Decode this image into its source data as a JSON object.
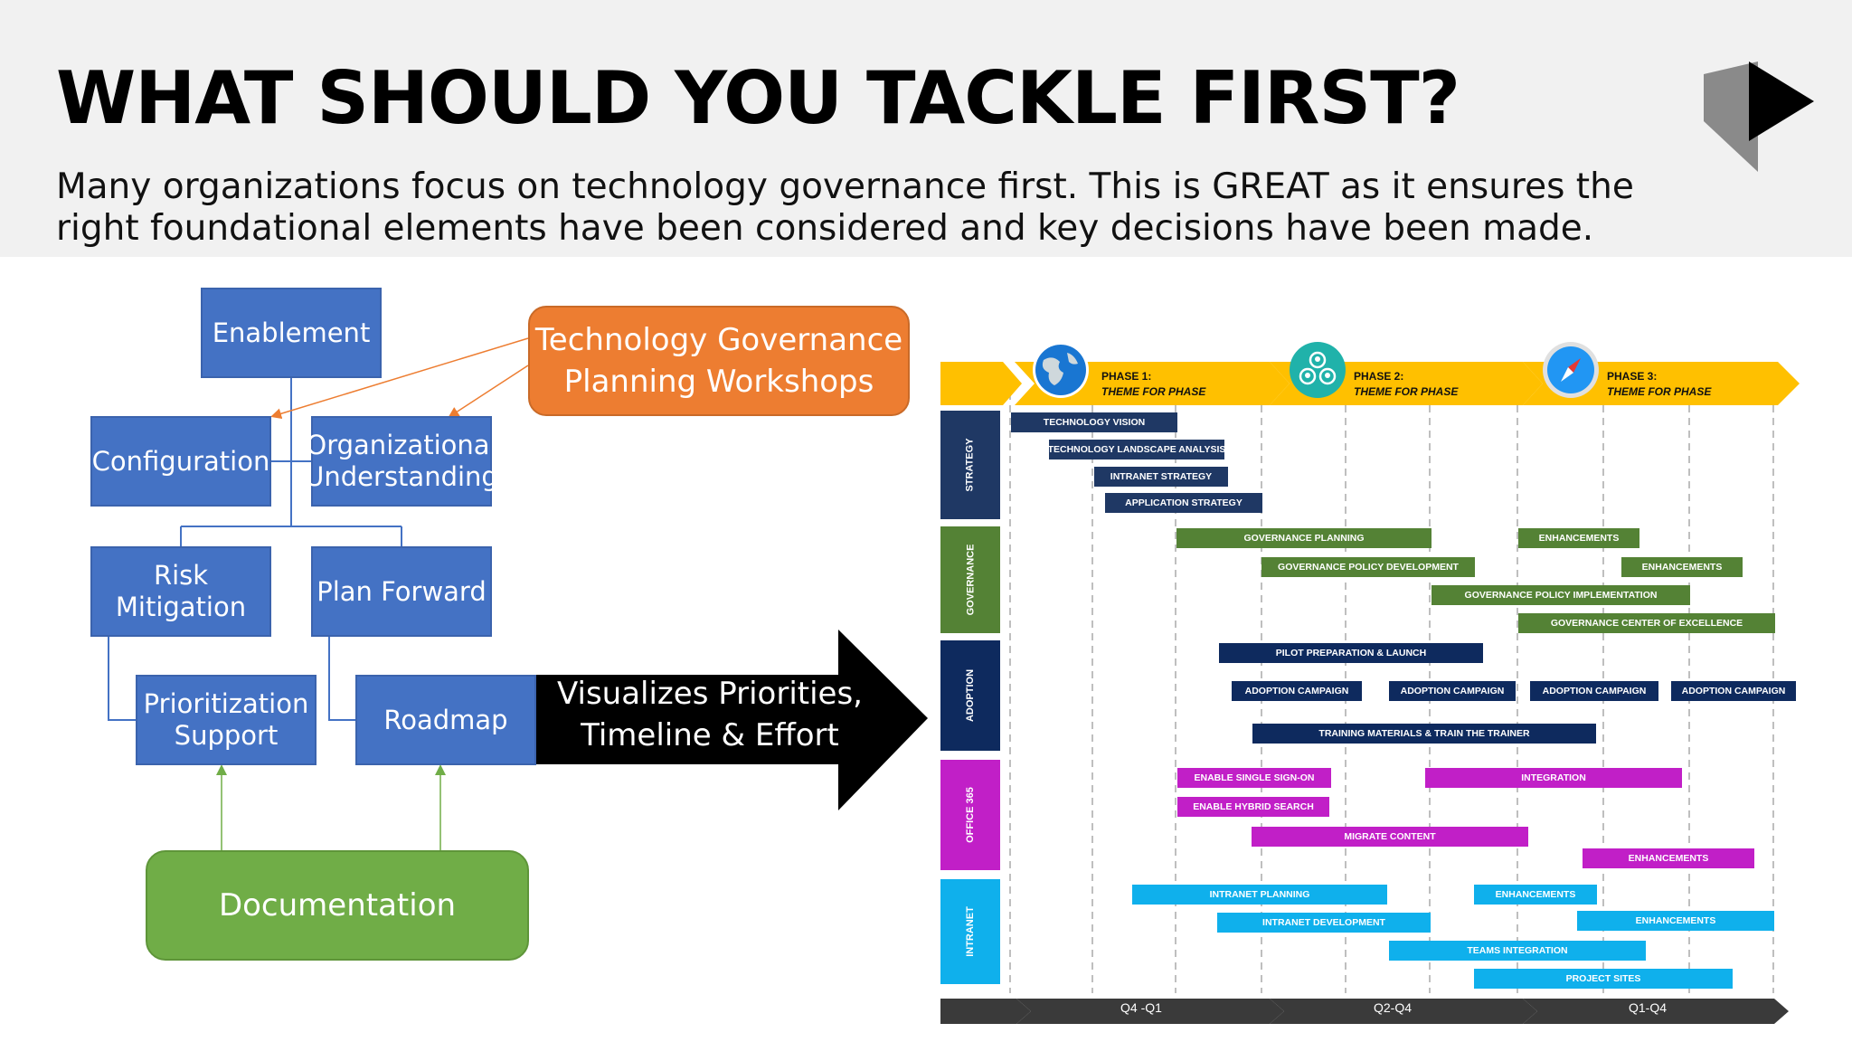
{
  "header": {
    "title": "WHAT SHOULD YOU TACKLE FIRST?",
    "subtitle": "Many organizations focus on technology governance first. This is GREAT as it ensures the right foundational elements have been considered and key decisions have been made."
  },
  "diagram": {
    "enablement": "Enablement",
    "configuration": "Configuration",
    "org_line1": "Organizational",
    "org_line2": "Understanding",
    "risk": "Risk Mitigation",
    "plan": "Plan Forward",
    "prio_line1": "Prioritization",
    "prio_line2": "Support",
    "roadmap": "Roadmap",
    "documentation": "Documentation",
    "workshops_line1": "Technology Governance",
    "workshops_line2": "Planning Workshops",
    "arrow_line1": "Visualizes Priorities,",
    "arrow_line2": "Timeline & Effort"
  },
  "gantt": {
    "phases": [
      {
        "label": "PHASE 1:",
        "theme": "THEME FOR PHASE",
        "icon": "globe-icon"
      },
      {
        "label": "PHASE 2:",
        "theme": "THEME FOR PHASE",
        "icon": "people-icon"
      },
      {
        "label": "PHASE 3:",
        "theme": "THEME FOR PHASE",
        "icon": "compass-icon"
      }
    ],
    "rows": [
      {
        "label": "STRATEGY",
        "color": "#1f3864"
      },
      {
        "label": "GOVERNANCE",
        "color": "#548235"
      },
      {
        "label": "ADOPTION",
        "color": "#0e2a5e"
      },
      {
        "label": "OFFICE 365",
        "color": "#c11fc7"
      },
      {
        "label": "INTRANET",
        "color": "#0fb0ec"
      }
    ],
    "timeline": [
      "Q4 -Q1",
      "Q2-Q4",
      "Q1-Q4"
    ],
    "bars": {
      "technology_vision": "TECHNOLOGY VISION",
      "technology_landscape": "TECHNOLOGY LANDSCAPE ANALYSIS",
      "intranet_strategy": "INTRANET STRATEGY",
      "application_strategy": "APPLICATION STRATEGY",
      "governance_planning": "GOVERNANCE PLANNING",
      "gov_enhancements_1": "ENHANCEMENTS",
      "gov_policy_dev": "GOVERNANCE POLICY DEVELOPMENT",
      "gov_enhancements_2": "ENHANCEMENTS",
      "gov_policy_impl": "GOVERNANCE POLICY IMPLEMENTATION",
      "gov_coe": "GOVERNANCE CENTER OF EXCELLENCE",
      "pilot": "PILOT PREPARATION & LAUNCH",
      "adoption_1": "ADOPTION CAMPAIGN",
      "adoption_2": "ADOPTION CAMPAIGN",
      "adoption_3": "ADOPTION CAMPAIGN",
      "adoption_4": "ADOPTION CAMPAIGN",
      "training": "TRAINING MATERIALS & TRAIN THE TRAINER",
      "sso": "ENABLE SINGLE SIGN-ON",
      "integration": "INTEGRATION",
      "hybrid_search": "ENABLE HYBRID SEARCH",
      "migrate": "MIGRATE CONTENT",
      "o365_enhancements": "ENHANCEMENTS",
      "intranet_planning": "INTRANET PLANNING",
      "intranet_enhancements_1": "ENHANCEMENTS",
      "intranet_development": "INTRANET DEVELOPMENT",
      "intranet_enhancements_2": "ENHANCEMENTS",
      "teams_integration": "TEAMS INTEGRATION",
      "project_sites": "PROJECT SITES"
    }
  },
  "colors": {
    "blue": "#4472c4",
    "orange": "#ed7d31",
    "green": "#70ad47",
    "yellow": "#ffc000",
    "navy": "#1f3864",
    "gov_green": "#548235",
    "magenta": "#c11fc7",
    "cyan": "#0fb0ec"
  }
}
